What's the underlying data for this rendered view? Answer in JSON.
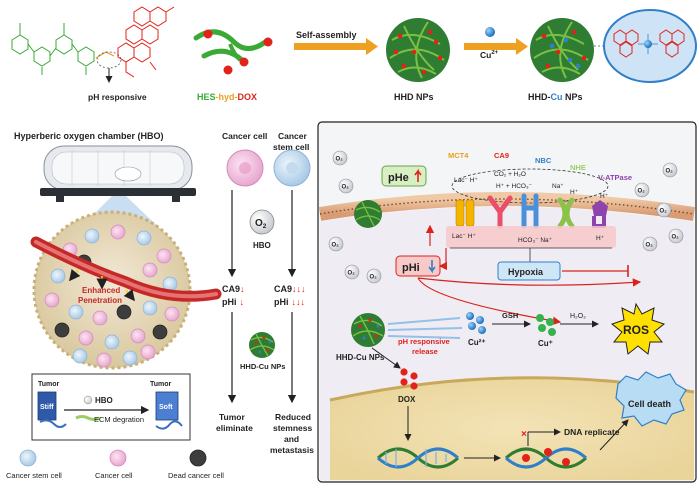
{
  "top": {
    "ph_responsive": "pH responsive",
    "hes": "HES",
    "hyd": "-hyd-",
    "dox": "DOX",
    "self_assembly": "Self-assembly",
    "cu_ion": "Cu",
    "cu_charge": "2+",
    "hhd_nps": "HHD NPs",
    "hhd_cu_nps_prefix": "HHD-",
    "hhd_cu_nps_cu": "Cu",
    "hhd_cu_nps_suffix": " NPs"
  },
  "left": {
    "hbo_title": "Hyperberic oxygen chamber (HBO)",
    "enhanced": "Enhanced",
    "penetration": "Penetration",
    "tumor_left": "Tumor",
    "tumor_right": "Tumor",
    "stiff": "Stiff",
    "soft": "Soft",
    "hbo_arrow": "HBO",
    "ecm": "ECM degration",
    "legend": [
      "Cancer stem cell",
      "Cancer cell",
      "Dead cancer cell"
    ]
  },
  "mid": {
    "cancer_cell": "Cancer cell",
    "cancer_stem_line1": "Cancer",
    "cancer_stem_line2": "stem cell",
    "o2": "O",
    "o2_sub": "2",
    "hbo": "HBO",
    "ca9_left": "CA9",
    "ca9_left_arrow": "↓",
    "phi_left": "pHi",
    "phi_left_arrow": "↓",
    "ca9_right": "CA9",
    "ca9_right_arrow": "↓↓↓",
    "phi_right": "pHi",
    "phi_right_arrow": "↓↓↓",
    "hhd_cu_nps": "HHD-Cu NPs",
    "tumor_eliminate_1": "Tumor",
    "tumor_eliminate_2": "eliminate",
    "reduced_1": "Reduced",
    "reduced_2": "stemness",
    "reduced_3": "and",
    "reduced_4": "metastasis"
  },
  "right": {
    "phe": "pHe",
    "mct4": "MCT4",
    "ca9": "CA9",
    "nbc": "NBC",
    "nhe": "NHE",
    "vatpase": "V-ATPase",
    "lac_h_top": "Lac⁻ H⁺",
    "co2_h2o": "CO₂ + H₂O",
    "h_hco3_top": "H⁺ + HCO₃⁻",
    "na_top": "Na⁺",
    "h_top_nhe": "H⁺",
    "h_top_v": "H⁺",
    "lac_h_bottom": "Lac⁻ H⁺",
    "hco3_na": "HCO₃⁻  Na⁺",
    "h_bottom": "H⁺",
    "phi": "pHi",
    "hypoxia": "Hypoxia",
    "hhd_cu_nps": "HHD-Cu NPs",
    "ph_responsive_1": "pH responsive",
    "ph_responsive_2": "release",
    "cu2": "Cu²⁺",
    "gsh": "GSH",
    "cup": "Cu⁺",
    "h2o2": "H₂O₂",
    "ros": "ROS",
    "dox": "DOX",
    "dna_replicate": "DNA replicate",
    "cell_death": "Cell death",
    "o2_bubble": "O₂"
  },
  "colors": {
    "hes_green": "#3aa935",
    "hyd_orange": "#e8a020",
    "dox_red": "#e2231a",
    "cu_blue": "#2f80c8",
    "phe_bg": "#d8efc4",
    "phi_bg": "#f7c9c9",
    "hypoxia_bg": "#cfe6f7",
    "ros_yellow": "#ffe000"
  }
}
